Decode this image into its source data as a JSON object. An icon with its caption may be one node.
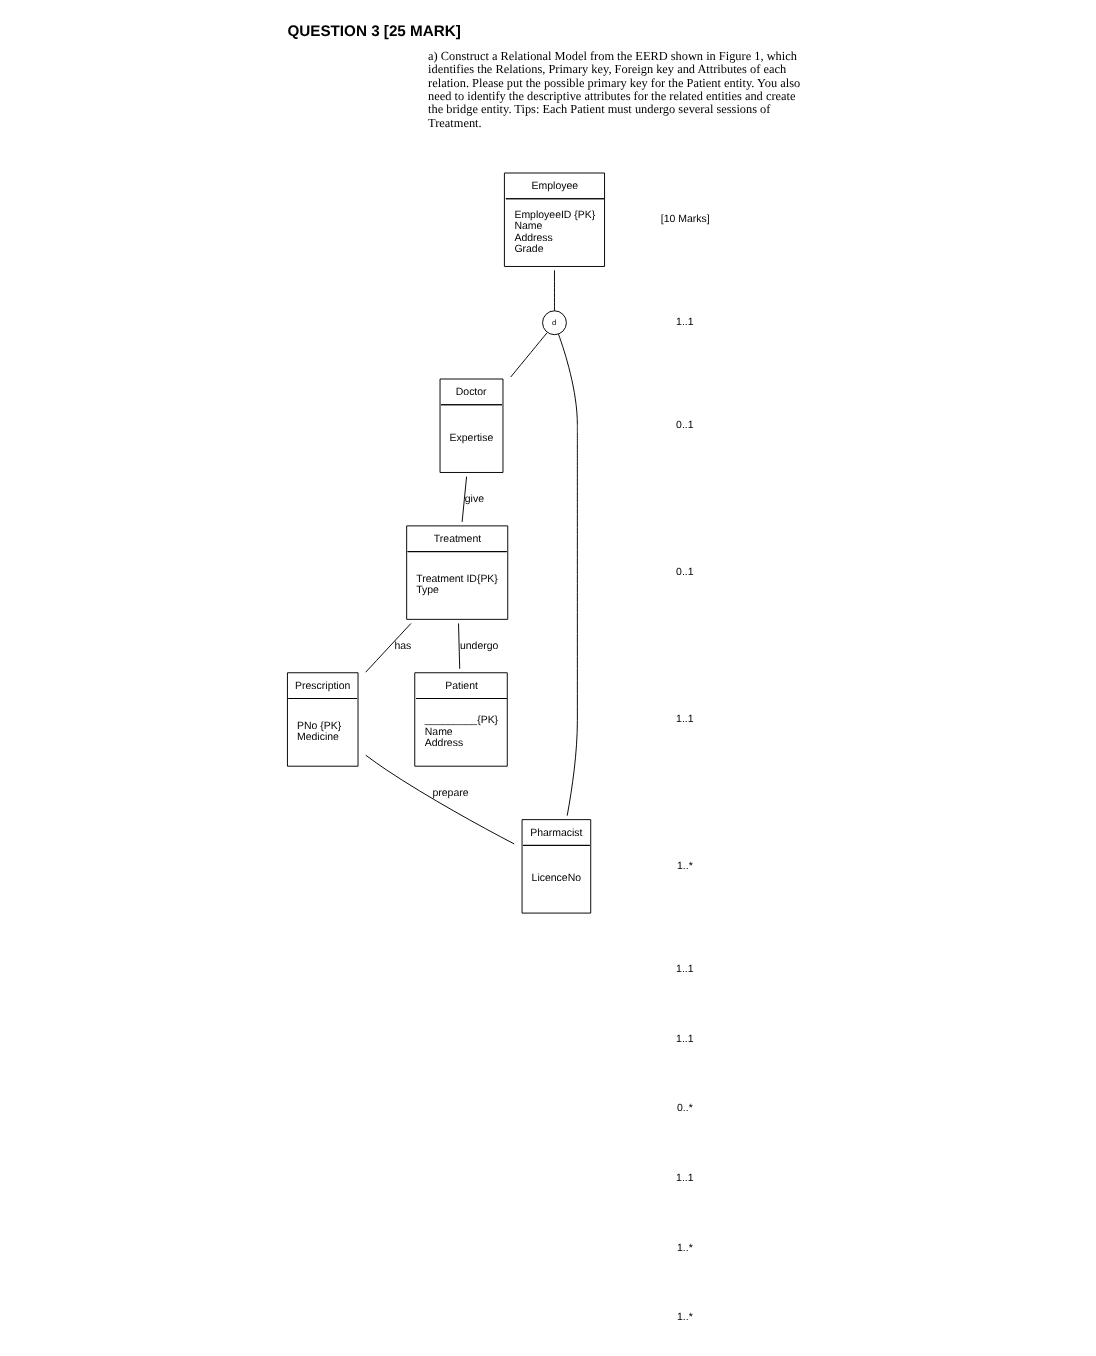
{
  "diagram": {
    "title": "QUESTION 3 [25 MARK]",
    "nodes": [
      {
        "text": [
          "Employee",
          "EmployeeID {PK}",
          "Name",
          "Address",
          "Grade"
        ]
      },
      {
        "text": [
          "d"
        ]
      },
      {
        "text": [
          "Doctor",
          "Expertise"
        ]
      },
      {
        "text": [
          "Pharmacist",
          "LicenceNo"
        ]
      },
      {
        "text": [
          "Prescription",
          "PNo {PK}",
          "Medicine"
        ]
      },
      {
        "text": [
          "Treatment",
          "Treatment ID{PK}",
          "Type"
        ]
      },
      {
        "text": [
          "Patient",
          "_________{PK}",
          "Name",
          "Address"
        ]
      }
    ],
    "edges": [
      {
        "from": 0,
        "to": 1,
        "arrow": "none"
      },
      {
        "from": 1,
        "to": 2,
        "arrow": "none"
      },
      {
        "from": 1,
        "to": 3,
        "arrow": "none"
      },
      {
        "from": 4,
        "to": 3,
        "label": "prepare",
        "arrow": "none"
      },
      {
        "from": 2,
        "to": 5,
        "label": "give",
        "arrow": "none"
      },
      {
        "from": 5,
        "to": 4,
        "label": "has",
        "arrow": "none"
      },
      {
        "from": 5,
        "to": 6,
        "label": "undergo",
        "arrow": "none"
      }
    ],
    "labels": [
      "a) Construct a Relational Model from the EERD shown in Figure 1, which identifies the Relations, Primary key, Foreign key and Attributes of each relation. Please put the possible primary key for the Patient entity. You also need to identify the descriptive attributes for the related entities and create the bridge entity. Tips: Each Patient must undergo several sessions of Treatment.",
      "[10 Marks]",
      "1..1",
      "0..1",
      "0..1",
      "1..1",
      "1..*",
      "1..1",
      "1..1",
      "0..*",
      "1..1",
      "1..*",
      "1..*"
    ]
  }
}
